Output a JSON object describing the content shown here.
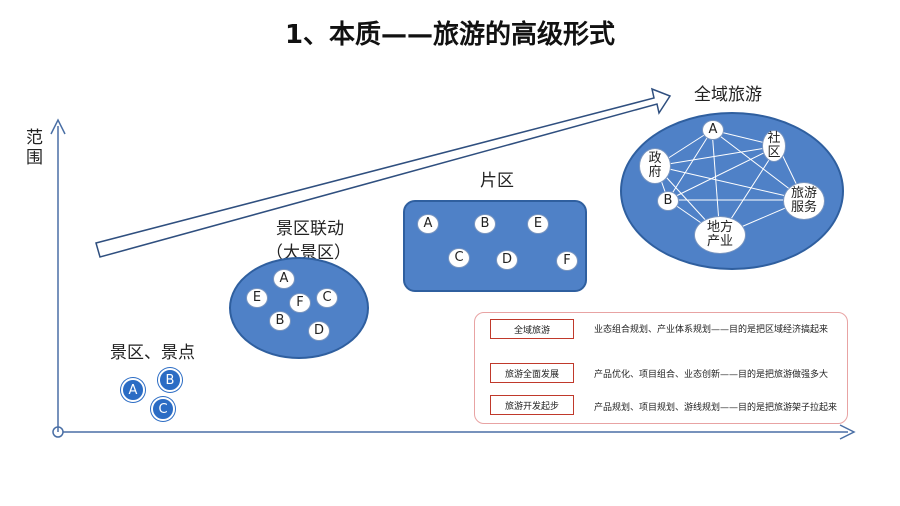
{
  "title": "1、本质——旅游的高级形式",
  "axis": {
    "y_label": "范围"
  },
  "stage1": {
    "label": "景区、景点",
    "nodes": [
      "A",
      "B",
      "C"
    ]
  },
  "stage2": {
    "label_line1": "景区联动",
    "label_line2": "（大景区）",
    "nodes": [
      "A",
      "E",
      "F",
      "C",
      "B",
      "D"
    ]
  },
  "stage3": {
    "label": "片区",
    "top_nodes": [
      "A",
      "B",
      "E"
    ],
    "bottom_nodes": [
      "C",
      "D",
      "F"
    ]
  },
  "stage4": {
    "label": "全域旅游",
    "nodes": {
      "a": "A",
      "shequ": "社区",
      "zhengfu": "政府",
      "b": "B",
      "lvyou": "旅游服务",
      "difang": "地方产业"
    }
  },
  "legend": {
    "stages": [
      "全域旅游",
      "旅游全面发展",
      "旅游开发起步"
    ],
    "descriptions": [
      "业态组合规划、产业体系规划——目的是把区域经济搞起来",
      "产品优化、项目组合、业态创新——目的是把旅游做强多大",
      "产品规划、项目规划、游线规划——目的是把旅游架子拉起来"
    ]
  },
  "colors": {
    "oval_fill": "#4f81c7",
    "oval_border": "#2f5f9f",
    "arrow_red": "#c00000"
  }
}
